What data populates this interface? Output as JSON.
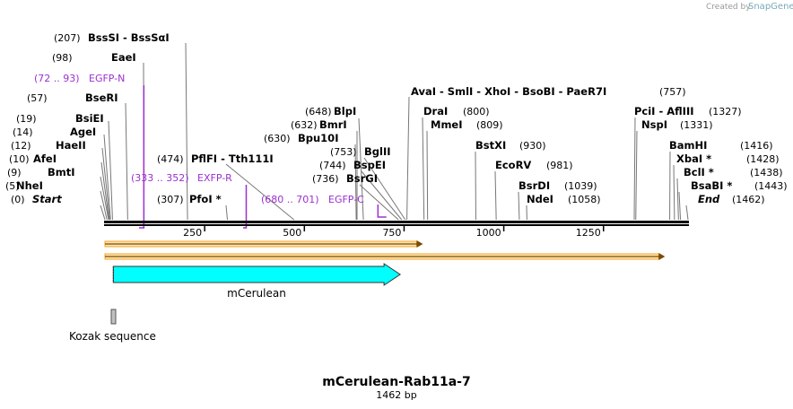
{
  "credit": {
    "text": "Created by",
    "brand": "SnapGene"
  },
  "title": "mCerulean-Rab11a-7",
  "length_label": "1462 bp",
  "total_bp": 1462,
  "ticks": [
    {
      "bp": 250,
      "label": "250"
    },
    {
      "bp": 500,
      "label": "500"
    },
    {
      "bp": 750,
      "label": "750"
    },
    {
      "bp": 1000,
      "label": "1000"
    },
    {
      "bp": 1250,
      "label": "1250"
    }
  ],
  "left_sites": [
    {
      "pos": "(0)",
      "name": "Start",
      "bp": 0,
      "italic": true
    },
    {
      "pos": "(5)",
      "name": "NheI",
      "bp": 5
    },
    {
      "pos": "(9)",
      "name": "BmtI",
      "bp": 9
    },
    {
      "pos": "(10)",
      "name": "AfeI",
      "bp": 10
    },
    {
      "pos": "(12)",
      "name": "HaeII",
      "bp": 12
    },
    {
      "pos": "(14)",
      "name": "AgeI",
      "bp": 14
    },
    {
      "pos": "(19)",
      "name": "BsiEI",
      "bp": 19
    },
    {
      "pos": "(57)",
      "name": "BseRI",
      "bp": 57
    },
    {
      "pos": "(98)",
      "name": "EaeI",
      "bp": 98
    },
    {
      "pos": "(207)",
      "name": "BssSI  -  BssSαI",
      "bp": 207
    }
  ],
  "mid_sites": [
    {
      "pos": "(474)",
      "name": "PflFI  -  Tth111I",
      "bp": 474
    },
    {
      "pos": "(307)",
      "name": "PfoI *",
      "bp": 307
    },
    {
      "pos": "(648)",
      "name": "BlpI",
      "bp": 648
    },
    {
      "pos": "(632)",
      "name": "BmrI",
      "bp": 632
    },
    {
      "pos": "(630)",
      "name": "Bpu10I",
      "bp": 630
    },
    {
      "pos": "(753)",
      "name": "BglII",
      "bp": 753
    },
    {
      "pos": "(744)",
      "name": "BspEI",
      "bp": 744
    },
    {
      "pos": "(736)",
      "name": "BsrGI",
      "bp": 736
    }
  ],
  "right_sites": [
    {
      "pos": "(757)",
      "name": "AvaI  -  SmlI  -  XhoI  -  BsoBI  -  PaeR7I",
      "bp": 757
    },
    {
      "pos": "(800)",
      "name": "DraI",
      "bp": 800
    },
    {
      "pos": "(809)",
      "name": "MmeI",
      "bp": 809
    },
    {
      "pos": "(930)",
      "name": "BstXI",
      "bp": 930
    },
    {
      "pos": "(981)",
      "name": "EcoRV",
      "bp": 981
    },
    {
      "pos": "(1039)",
      "name": "BsrDI",
      "bp": 1039
    },
    {
      "pos": "(1058)",
      "name": "NdeI",
      "bp": 1058
    },
    {
      "pos": "(1327)",
      "name": "PciI  -  AflIII",
      "bp": 1327
    },
    {
      "pos": "(1331)",
      "name": "NspI",
      "bp": 1331
    },
    {
      "pos": "(1416)",
      "name": "BamHI",
      "bp": 1416
    },
    {
      "pos": "(1428)",
      "name": "XbaI *",
      "bp": 1428
    },
    {
      "pos": "(1438)",
      "name": "BclI *",
      "bp": 1438
    },
    {
      "pos": "(1443)",
      "name": "BsaBI *",
      "bp": 1443
    },
    {
      "pos": "(1462)",
      "name": "End",
      "bp": 1462,
      "italic": true
    }
  ],
  "primers": [
    {
      "range": "(72 .. 93)",
      "name": "EGFP-N",
      "start": 72,
      "end": 93
    },
    {
      "range": "(333 .. 352)",
      "name": "EXFP-R",
      "start": 333,
      "end": 352
    },
    {
      "range": "(680 .. 701)",
      "name": "EGFP-C",
      "start": 680,
      "end": 701
    }
  ],
  "features": [
    {
      "name": "mCerulean",
      "start": 3,
      "end": 738,
      "color": "#00ffff"
    },
    {
      "name": "Kozak sequence",
      "start": 0,
      "end": 10,
      "color": "#c0c0c0"
    }
  ],
  "orfs": [
    {
      "start": 0,
      "end": 795,
      "color": "#f5a623"
    },
    {
      "start": 0,
      "end": 1402,
      "color": "#f5a623"
    }
  ],
  "colors": {
    "primer": "#9b30d0",
    "backbone": "#000000"
  }
}
